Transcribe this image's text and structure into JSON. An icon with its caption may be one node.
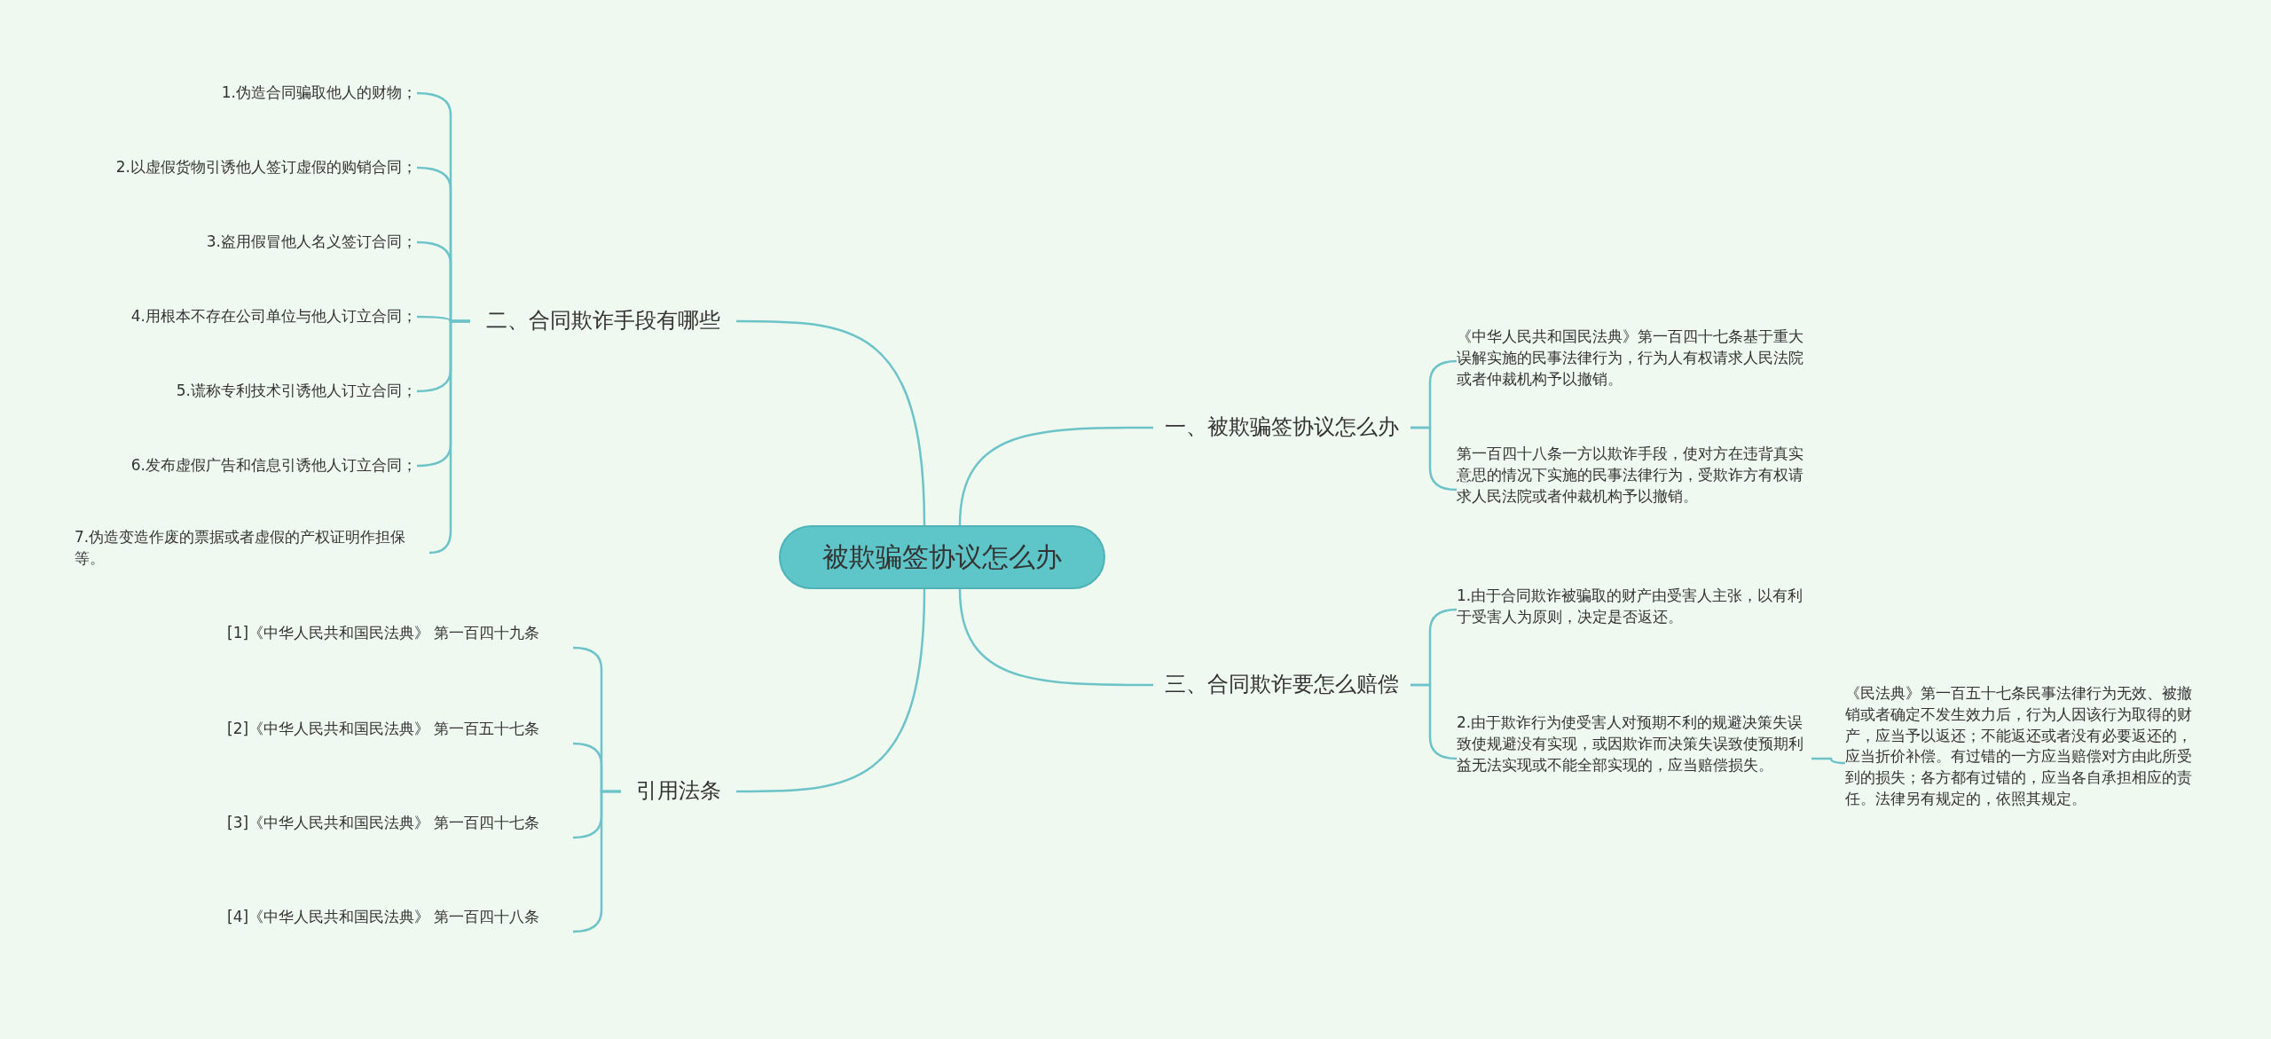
{
  "diagram": {
    "nodes": [
      {
        "text": [
          "被欺骗签协议怎么办"
        ]
      },
      {
        "text": [
          "二、合同欺诈手段有哪些"
        ]
      },
      {
        "text": [
          "1.伪造合同骗取他人的财物；"
        ]
      },
      {
        "text": [
          "2.以虚假货物引诱他人签订虚假的购销合同；"
        ]
      },
      {
        "text": [
          "3.盗用假冒他人名义签订合同；"
        ]
      },
      {
        "text": [
          "4.用根本不存在公司单位与他人订立合同；"
        ]
      },
      {
        "text": [
          "5.谎称专利技术引诱他人订立合同；"
        ]
      },
      {
        "text": [
          "6.发布虚假广告和信息引诱他人订立合同；"
        ]
      },
      {
        "text": [
          "7.伪造变造作废的票据或者虚假的产权证明作担保等。"
        ]
      },
      {
        "text": [
          "一、被欺骗签协议怎么办"
        ]
      },
      {
        "text": [
          "《中华人民共和国民法典》第一百四十七条基于重大误解实施的民事法律行为，行为人有权请求人民法院或者仲裁机构予以撤销。"
        ]
      },
      {
        "text": [
          "第一百四十八条一方以欺诈手段，使对方在违背真实意思的情况下实施的民事法律行为，受欺诈方有权请求人民法院或者仲裁机构予以撤销。"
        ]
      },
      {
        "text": [
          "三、合同欺诈要怎么赔偿"
        ]
      },
      {
        "text": [
          "1.由于合同欺诈被骗取的财产由受害人主张，以有利于受害人为原则，决定是否返还。"
        ]
      },
      {
        "text": [
          "2.由于欺诈行为使受害人对预期不利的规避决策失误致使规避没有实现，或因欺诈而决策失误致使预期利益无法实现或不能全部实现的，应当赔偿损失。"
        ]
      },
      {
        "text": [
          "《民法典》第一百五十七条民事法律行为无效、被撤销或者确定不发生效力后，行为人因该行为取得的财产，应当予以返还；不能返还或者没有必要返还的，应当折价补偿。有过错的一方应当赔偿对方由此所受到的损失；各方都有过错的，应当各自承担相应的责任。法律另有规定的，依照其规定。"
        ]
      },
      {
        "text": [
          "引用法条"
        ]
      },
      {
        "text": [
          "[1]《中华人民共和国民法典》 第一百四十九条"
        ]
      },
      {
        "text": [
          "[2]《中华人民共和国民法典》 第一百五十七条"
        ]
      },
      {
        "text": [
          "[3]《中华人民共和国民法典》 第一百四十七条"
        ]
      },
      {
        "text": [
          "[4]《中华人民共和国民法典》 第一百四十八条"
        ]
      }
    ],
    "edges": [
      {
        "from": 0,
        "to": 1,
        "arrow": "none"
      },
      {
        "from": 0,
        "to": 9,
        "arrow": "none"
      },
      {
        "from": 0,
        "to": 12,
        "arrow": "none"
      },
      {
        "from": 0,
        "to": 16,
        "arrow": "none"
      },
      {
        "from": 1,
        "to": 2,
        "arrow": "none"
      },
      {
        "from": 1,
        "to": 3,
        "arrow": "none"
      },
      {
        "from": 1,
        "to": 4,
        "arrow": "none"
      },
      {
        "from": 1,
        "to": 5,
        "arrow": "none"
      },
      {
        "from": 1,
        "to": 6,
        "arrow": "none"
      },
      {
        "from": 1,
        "to": 7,
        "arrow": "none"
      },
      {
        "from": 1,
        "to": 8,
        "arrow": "none"
      },
      {
        "from": 9,
        "to": 10,
        "arrow": "none"
      },
      {
        "from": 9,
        "to": 11,
        "arrow": "none"
      },
      {
        "from": 12,
        "to": 13,
        "arrow": "none"
      },
      {
        "from": 12,
        "to": 14,
        "arrow": "none"
      },
      {
        "from": 14,
        "to": 15,
        "arrow": "none"
      },
      {
        "from": 16,
        "to": 17,
        "arrow": "none"
      },
      {
        "from": 16,
        "to": 18,
        "arrow": "none"
      },
      {
        "from": 16,
        "to": 19,
        "arrow": "none"
      },
      {
        "from": 16,
        "to": 20,
        "arrow": "none"
      }
    ]
  }
}
